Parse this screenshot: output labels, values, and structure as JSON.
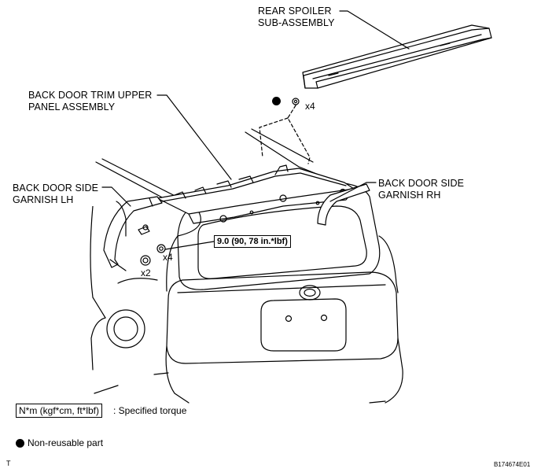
{
  "labels": {
    "rear_spoiler": [
      "REAR SPOILER",
      "SUB-ASSEMBLY"
    ],
    "back_door_trim": [
      "BACK DOOR TRIM UPPER",
      "PANEL ASSEMBLY"
    ],
    "garnish_lh": [
      "BACK DOOR SIDE",
      "GARNISH LH"
    ],
    "garnish_rh": [
      "BACK DOOR SIDE",
      "GARNISH RH"
    ]
  },
  "quantities": {
    "spoiler_fasteners": "x4",
    "trim_bolts": "x4",
    "garnish_clips": "x2"
  },
  "torque": "9.0 (90, 78 in.*lbf)",
  "legend": {
    "torque_box": "N*m (kgf*cm, ft*lbf)",
    "torque_text": ": Specified torque",
    "nonreusable_text": "Non-reusable part"
  },
  "footer": {
    "left_mark": "T",
    "figure_id": "B174674E01"
  }
}
